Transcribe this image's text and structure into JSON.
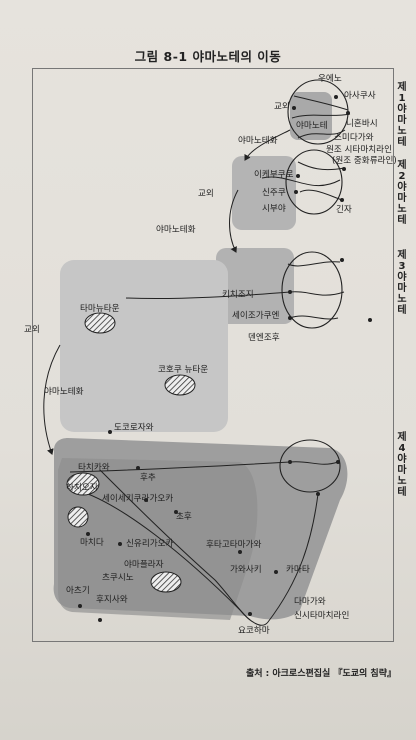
{
  "figure": {
    "title": "그림 8-1 야마노테의 이동",
    "source": "출처 : 아크로스편집실 『도쿄의 침략』"
  },
  "zones": [
    {
      "label": "제1야마노테"
    },
    {
      "label": "제2야마노테"
    },
    {
      "label": "제3야마노테"
    },
    {
      "label": "제4야마노테"
    }
  ],
  "labels": {
    "ueno": "우에노",
    "asakusa": "아사쿠사",
    "nihonbashi": "니혼바시",
    "yamanote_center": "야마노테",
    "kogai1": "교외",
    "yamanoteka1": "야마노테화",
    "sumida": "스미다가와",
    "genso": "원조 시타마치라인",
    "genso2": "(원조 중화류라인)",
    "ikebukuro": "이케부쿠로",
    "shinjuku": "신주쿠",
    "shibuya": "시부야",
    "ginza": "긴자",
    "kogai2": "교외",
    "yamanoteka2": "야마노테화",
    "kichijoji": "키치조지",
    "seijo": "세이조가쿠엔",
    "denen": "덴엔조후",
    "tama": "타마뉴타운",
    "kohoku": "코호쿠 뉴타운",
    "kogai3": "교외",
    "yamanoteka3": "야마노테화",
    "tokorozawa": "도코로자와",
    "tachikawa": "타치카와",
    "fuchu": "후추",
    "hachioji": "하치오지",
    "seiseki": "세이세키쿠라가오카",
    "chofu": "초후",
    "machida": "마치다",
    "shinyuri": "신유리가오카",
    "futako": "후타고타마가와",
    "yamapla": "야마플라자",
    "kawasaki": "가와사키",
    "kamata": "카마타",
    "atsugi": "아츠기",
    "tsukushino": "츠쿠시노",
    "fujisawa": "후지사와",
    "yokohama": "요코하마",
    "tamagawa": "다마가와",
    "shintama": "신시타마치라인"
  }
}
